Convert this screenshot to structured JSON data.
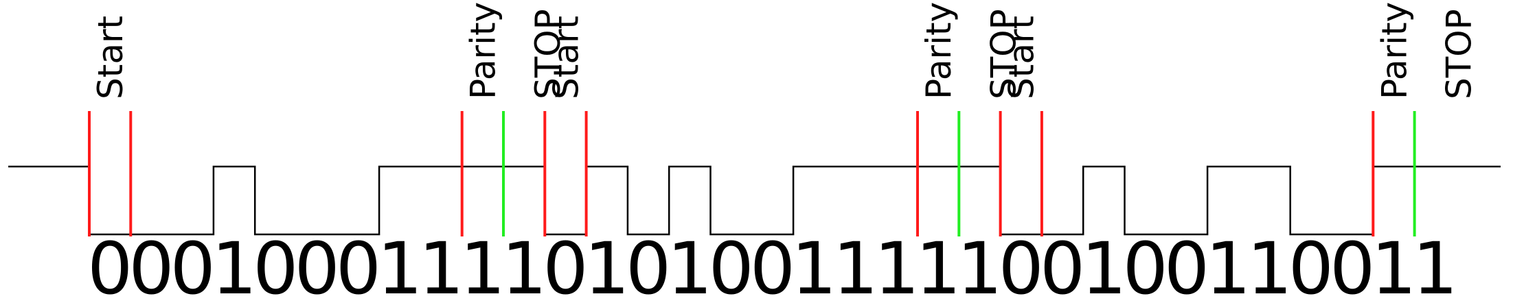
{
  "colors": {
    "signal": "#000000",
    "start_marker": "#ff1a1a",
    "parity_marker": "#ff1a1a",
    "stop_marker": "#22ee22",
    "background": "#ffffff"
  },
  "frames": [
    {
      "start_label": "Start",
      "parity_label": "Parity",
      "stop_label": "STOP"
    },
    {
      "start_label": "Start",
      "parity_label": "Parity",
      "stop_label": "STOP"
    },
    {
      "start_label": "Start",
      "parity_label": "Parity",
      "stop_label": "STOP"
    }
  ],
  "bits": [
    0,
    0,
    0,
    1,
    0,
    0,
    0,
    1,
    1,
    1,
    1,
    0,
    1,
    0,
    1,
    0,
    0,
    1,
    1,
    1,
    1,
    1,
    0,
    0,
    1,
    0,
    0,
    1,
    1,
    0,
    0,
    1,
    1
  ]
}
